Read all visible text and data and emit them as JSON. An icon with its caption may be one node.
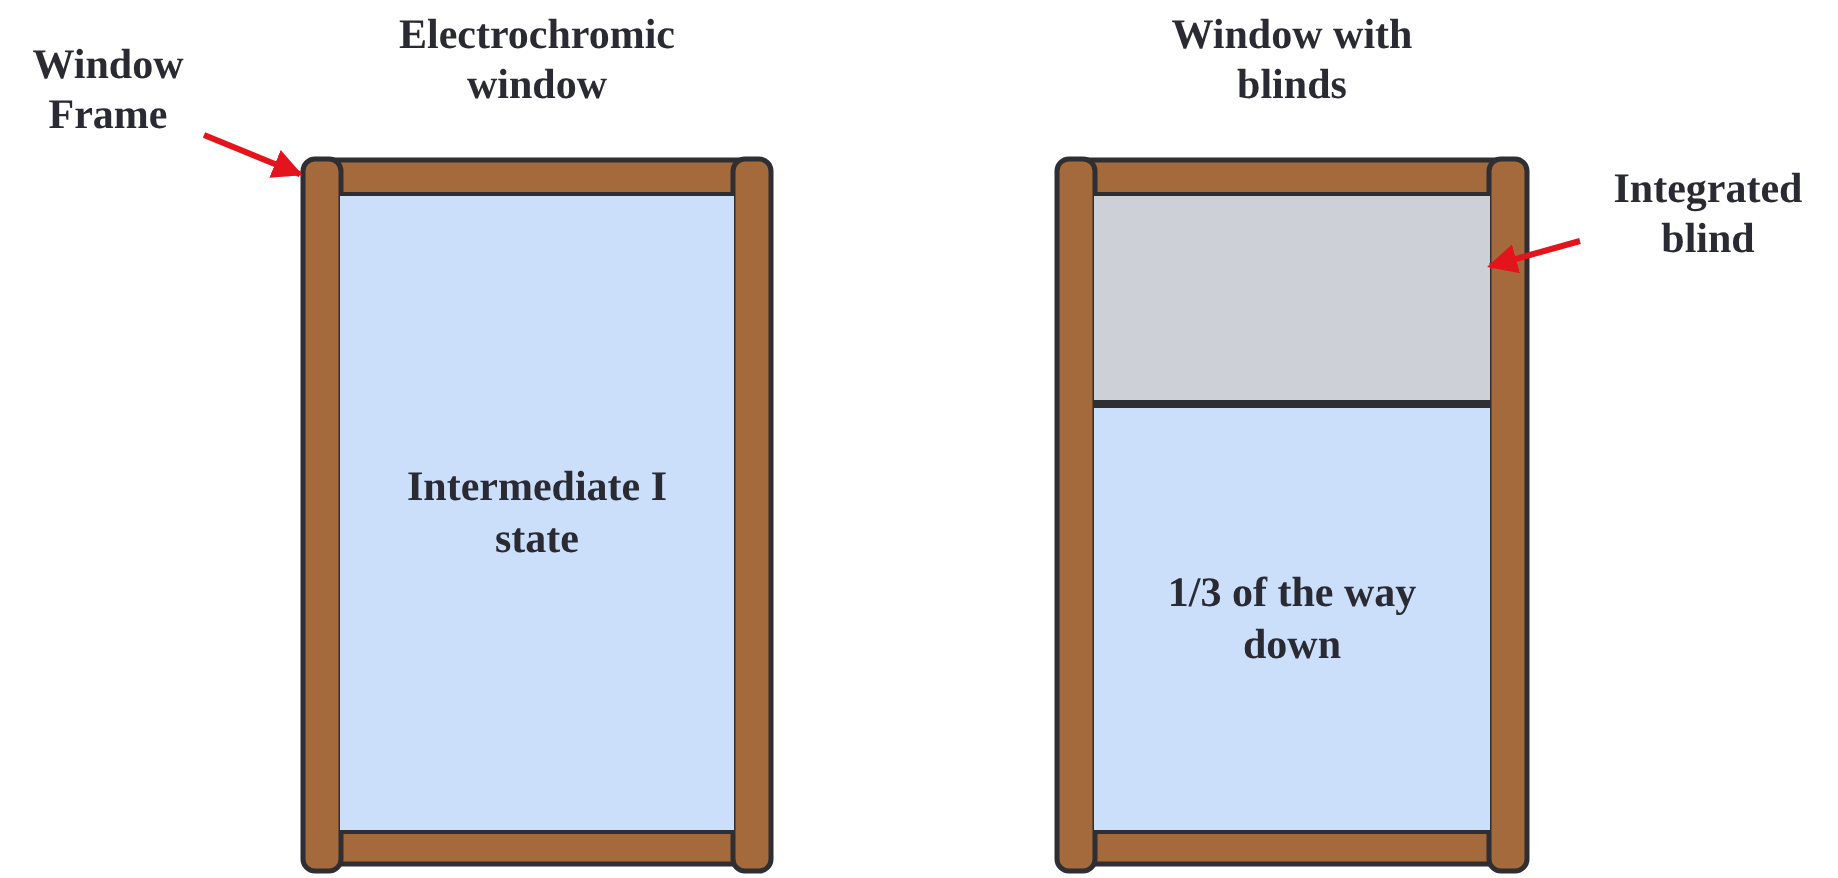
{
  "diagram": {
    "nodes": [
      {
        "text": [
          "Electrochromic window"
        ]
      },
      {
        "text": [
          "Intermediate I state"
        ],
        "in": 0
      },
      {
        "text": [
          "Window Frame"
        ]
      },
      {
        "text": [
          "Window with blinds"
        ]
      },
      {
        "text": [],
        "shape": "box",
        "in": 3
      },
      {
        "text": [
          "1/3 of the way down"
        ],
        "in": 3
      },
      {
        "text": [
          "Integrated blind"
        ]
      }
    ],
    "edges": [
      {
        "from": 2,
        "to": 0,
        "arrow": "to",
        "color": "#e3141b"
      },
      {
        "from": 6,
        "to": 4,
        "arrow": "to",
        "color": "#e3141b"
      }
    ]
  }
}
